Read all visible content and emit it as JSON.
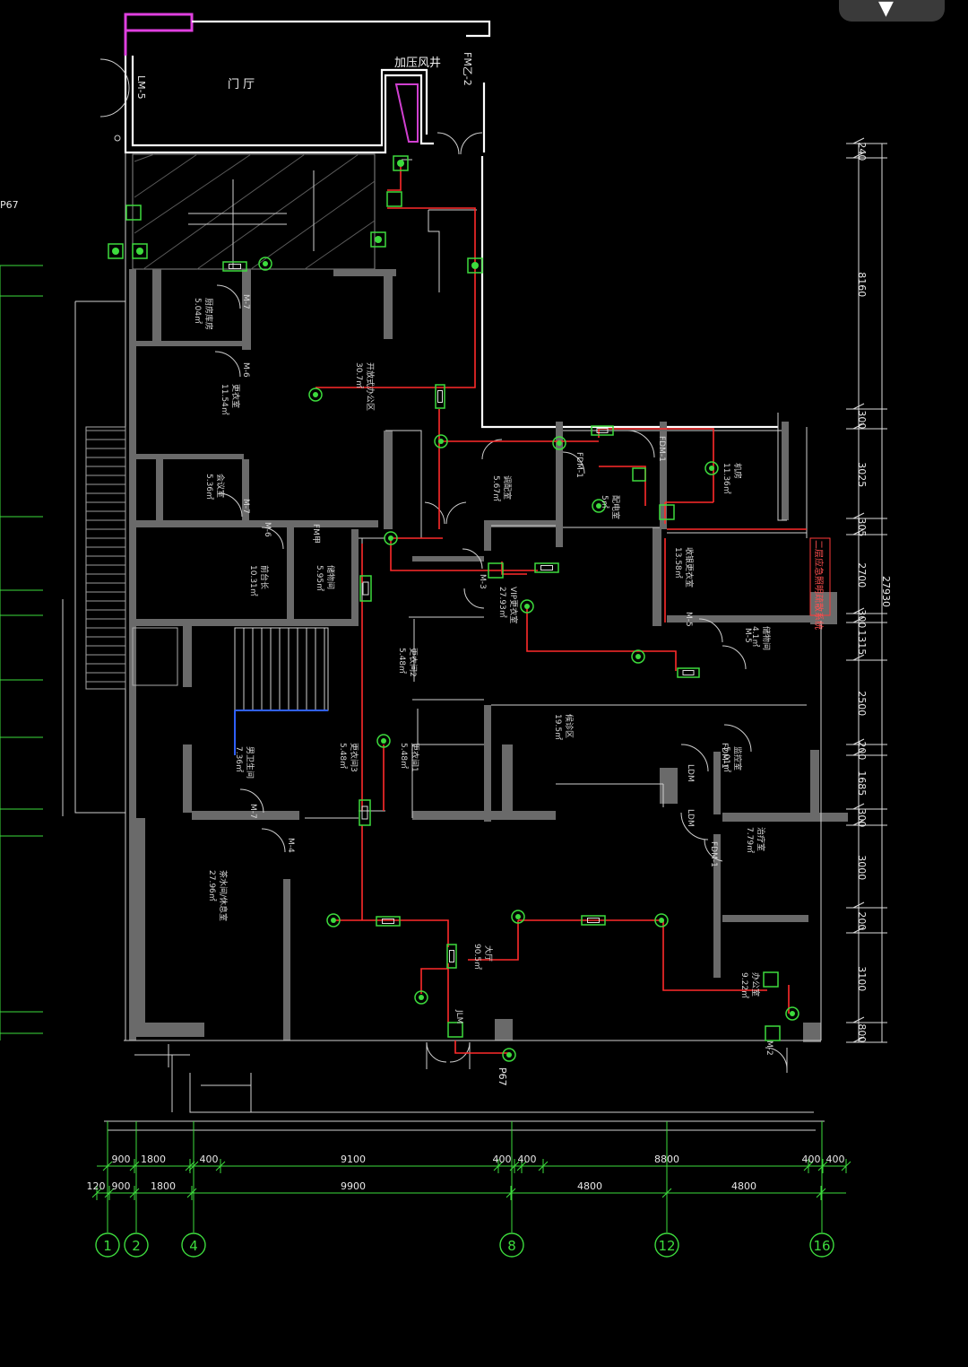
{
  "ui": {
    "collapse_icon": "chevron-down-icon"
  },
  "labels": {
    "lobby": "门  厅",
    "pressure_shaft": "加压风井",
    "door_lm5": "LM-5",
    "door_fm_top": "FM乙-2",
    "side_code": "P67",
    "bottom_code": "P67",
    "vert_note": "二层应急照明疏散系统",
    "lobby_area": "90.5㎡",
    "hall_name": "大厅"
  },
  "rooms": [
    {
      "name": "厨房库房",
      "area": "5.04㎡"
    },
    {
      "name": "开放式办公区",
      "area": "30.7㎡"
    },
    {
      "name": "更衣室",
      "area": "11.54㎡"
    },
    {
      "name": "会议室",
      "area": "5.36㎡"
    },
    {
      "name": "前台长",
      "area": "10.31㎡"
    },
    {
      "name": "储物间",
      "area": "5.95㎡"
    },
    {
      "name": "调配室",
      "area": "5.67㎡"
    },
    {
      "name": "配电室",
      "area": "5㎡"
    },
    {
      "name": "机房",
      "area": "11.36㎡"
    },
    {
      "name": "收银更衣室",
      "area": "13.58㎡"
    },
    {
      "name": "VIP更衣室",
      "area": "27.93㎡"
    },
    {
      "name": "储物间",
      "area": "4.1㎡"
    },
    {
      "name": "更衣间2",
      "area": "5.48㎡"
    },
    {
      "name": "候诊区",
      "area": "19.5㎡"
    },
    {
      "name": "更衣间1",
      "area": "5.48㎡"
    },
    {
      "name": "监控室",
      "area": "5.01㎡"
    },
    {
      "name": "男卫生间",
      "area": "7.36㎡"
    },
    {
      "name": "更衣间3",
      "area": "5.48㎡"
    },
    {
      "name": "治疗室",
      "area": "7.79㎡"
    },
    {
      "name": "茶水间/休息室",
      "area": "27.96㎡"
    },
    {
      "name": "办公室",
      "area": "9.22㎡"
    }
  ],
  "dims_right": [
    "240",
    "8160",
    "300",
    "3025",
    "305",
    "2700",
    "300",
    "1315",
    "2500",
    "200",
    "1685",
    "300",
    "3000",
    "200",
    "3100",
    "800"
  ],
  "dim_total": "27930",
  "dims_row1": [
    "900",
    "1800",
    "400",
    "9100",
    "400",
    "400",
    "8800",
    "400",
    "400"
  ],
  "dims_row2": [
    "120",
    "900",
    "1800",
    "9900",
    "4800",
    "4800"
  ],
  "axes": [
    "1",
    "2",
    "4",
    "8",
    "12",
    "16"
  ],
  "doors": [
    "M-7",
    "M-6",
    "M-7",
    "M-6",
    "M-7",
    "M-4",
    "M-3",
    "M-5",
    "M-5",
    "FDM-1",
    "FDM-1",
    "FDM-1",
    "FDM-1",
    "LDM",
    "LDM",
    "JLM",
    "FM甲",
    "M-2"
  ]
}
